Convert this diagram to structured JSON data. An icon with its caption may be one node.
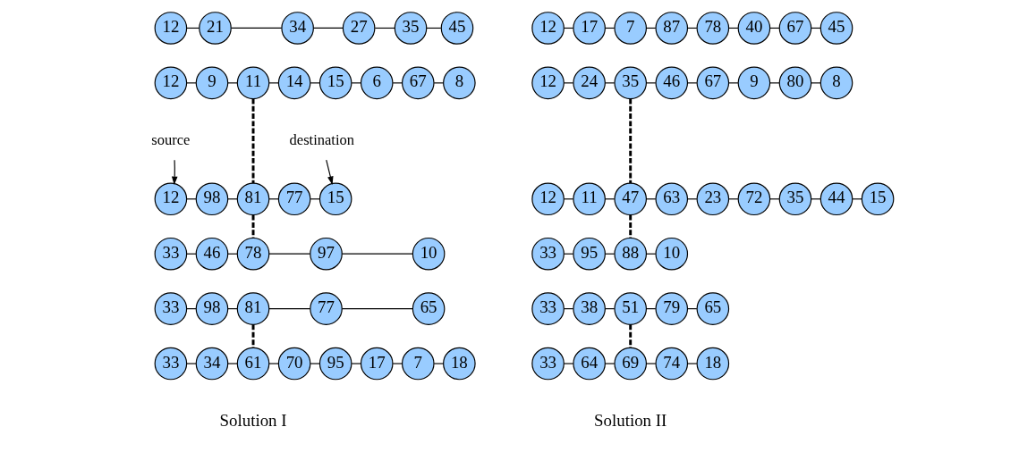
{
  "diagram": {
    "nodes": [
      {
        "text": [
          "12"
        ]
      },
      {
        "text": [
          "21"
        ]
      },
      {
        "text": [
          "34"
        ]
      },
      {
        "text": [
          "27"
        ]
      },
      {
        "text": [
          "35"
        ]
      },
      {
        "text": [
          "45"
        ]
      },
      {
        "text": [
          "12"
        ]
      },
      {
        "text": [
          "9"
        ]
      },
      {
        "text": [
          "11"
        ]
      },
      {
        "text": [
          "14"
        ]
      },
      {
        "text": [
          "15"
        ]
      },
      {
        "text": [
          "6"
        ]
      },
      {
        "text": [
          "67"
        ]
      },
      {
        "text": [
          "8"
        ]
      },
      {
        "text": [
          "source"
        ]
      },
      {
        "text": [
          "destination"
        ]
      },
      {
        "text": [
          "12"
        ]
      },
      {
        "text": [
          "98"
        ]
      },
      {
        "text": [
          "81"
        ]
      },
      {
        "text": [
          "77"
        ]
      },
      {
        "text": [
          "15"
        ]
      },
      {
        "text": [
          "33"
        ]
      },
      {
        "text": [
          "46"
        ]
      },
      {
        "text": [
          "78"
        ]
      },
      {
        "text": [
          "97"
        ]
      },
      {
        "text": [
          "10"
        ]
      },
      {
        "text": [
          "33"
        ]
      },
      {
        "text": [
          "98"
        ]
      },
      {
        "text": [
          "81"
        ]
      },
      {
        "text": [
          "77"
        ]
      },
      {
        "text": [
          "65"
        ]
      },
      {
        "text": [
          "33"
        ]
      },
      {
        "text": [
          "34"
        ]
      },
      {
        "text": [
          "61"
        ]
      },
      {
        "text": [
          "70"
        ]
      },
      {
        "text": [
          "95"
        ]
      },
      {
        "text": [
          "17"
        ]
      },
      {
        "text": [
          "7"
        ]
      },
      {
        "text": [
          "18"
        ]
      },
      {
        "text": [
          "12"
        ]
      },
      {
        "text": [
          "17"
        ]
      },
      {
        "text": [
          "7"
        ]
      },
      {
        "text": [
          "87"
        ]
      },
      {
        "text": [
          "78"
        ]
      },
      {
        "text": [
          "40"
        ]
      },
      {
        "text": [
          "67"
        ]
      },
      {
        "text": [
          "45"
        ]
      },
      {
        "text": [
          "12"
        ]
      },
      {
        "text": [
          "24"
        ]
      },
      {
        "text": [
          "35"
        ]
      },
      {
        "text": [
          "46"
        ]
      },
      {
        "text": [
          "67"
        ]
      },
      {
        "text": [
          "9"
        ]
      },
      {
        "text": [
          "80"
        ]
      },
      {
        "text": [
          "8"
        ]
      },
      {
        "text": [
          "12"
        ]
      },
      {
        "text": [
          "11"
        ]
      },
      {
        "text": [
          "47"
        ]
      },
      {
        "text": [
          "63"
        ]
      },
      {
        "text": [
          "23"
        ]
      },
      {
        "text": [
          "72"
        ]
      },
      {
        "text": [
          "35"
        ]
      },
      {
        "text": [
          "44"
        ]
      },
      {
        "text": [
          "15"
        ]
      },
      {
        "text": [
          "33"
        ]
      },
      {
        "text": [
          "95"
        ]
      },
      {
        "text": [
          "88"
        ]
      },
      {
        "text": [
          "10"
        ]
      },
      {
        "text": [
          "33"
        ]
      },
      {
        "text": [
          "38"
        ]
      },
      {
        "text": [
          "51"
        ]
      },
      {
        "text": [
          "79"
        ]
      },
      {
        "text": [
          "65"
        ]
      },
      {
        "text": [
          "33"
        ]
      },
      {
        "text": [
          "64"
        ]
      },
      {
        "text": [
          "69"
        ]
      },
      {
        "text": [
          "74"
        ]
      },
      {
        "text": [
          "18"
        ]
      }
    ],
    "edges": [
      {
        "from": 0,
        "to": 1,
        "arrow": "none"
      },
      {
        "from": 1,
        "to": 2,
        "arrow": "none"
      },
      {
        "from": 2,
        "to": 3,
        "arrow": "none"
      },
      {
        "from": 3,
        "to": 4,
        "arrow": "none"
      },
      {
        "from": 4,
        "to": 5,
        "arrow": "none"
      },
      {
        "from": 6,
        "to": 7,
        "arrow": "none"
      },
      {
        "from": 7,
        "to": 8,
        "arrow": "none"
      },
      {
        "from": 8,
        "to": 9,
        "arrow": "none"
      },
      {
        "from": 9,
        "to": 10,
        "arrow": "none"
      },
      {
        "from": 10,
        "to": 11,
        "arrow": "none"
      },
      {
        "from": 11,
        "to": 12,
        "arrow": "none"
      },
      {
        "from": 12,
        "to": 13,
        "arrow": "none"
      },
      {
        "from": 14,
        "to": 16,
        "arrow": "to"
      },
      {
        "from": 15,
        "to": 20,
        "arrow": "to"
      },
      {
        "from": 8,
        "to": 18,
        "arrow": "none",
        "style": "dashed"
      },
      {
        "from": 16,
        "to": 17,
        "arrow": "none"
      },
      {
        "from": 17,
        "to": 18,
        "arrow": "none"
      },
      {
        "from": 18,
        "to": 19,
        "arrow": "none"
      },
      {
        "from": 19,
        "to": 20,
        "arrow": "none"
      },
      {
        "from": 18,
        "to": 23,
        "arrow": "none",
        "style": "dashed"
      },
      {
        "from": 21,
        "to": 22,
        "arrow": "none"
      },
      {
        "from": 22,
        "to": 23,
        "arrow": "none"
      },
      {
        "from": 23,
        "to": 24,
        "arrow": "none"
      },
      {
        "from": 24,
        "to": 25,
        "arrow": "none"
      },
      {
        "from": 26,
        "to": 27,
        "arrow": "none"
      },
      {
        "from": 27,
        "to": 28,
        "arrow": "none"
      },
      {
        "from": 28,
        "to": 29,
        "arrow": "none"
      },
      {
        "from": 29,
        "to": 30,
        "arrow": "none"
      },
      {
        "from": 28,
        "to": 33,
        "arrow": "none",
        "style": "dashed"
      },
      {
        "from": 31,
        "to": 32,
        "arrow": "none"
      },
      {
        "from": 32,
        "to": 33,
        "arrow": "none"
      },
      {
        "from": 33,
        "to": 34,
        "arrow": "none"
      },
      {
        "from": 34,
        "to": 35,
        "arrow": "none"
      },
      {
        "from": 35,
        "to": 36,
        "arrow": "none"
      },
      {
        "from": 36,
        "to": 37,
        "arrow": "none"
      },
      {
        "from": 37,
        "to": 38,
        "arrow": "none"
      },
      {
        "from": 39,
        "to": 40,
        "arrow": "none"
      },
      {
        "from": 40,
        "to": 41,
        "arrow": "none"
      },
      {
        "from": 41,
        "to": 42,
        "arrow": "none"
      },
      {
        "from": 42,
        "to": 43,
        "arrow": "none"
      },
      {
        "from": 43,
        "to": 44,
        "arrow": "none"
      },
      {
        "from": 44,
        "to": 45,
        "arrow": "none"
      },
      {
        "from": 45,
        "to": 46,
        "arrow": "none"
      },
      {
        "from": 47,
        "to": 48,
        "arrow": "none"
      },
      {
        "from": 48,
        "to": 49,
        "arrow": "none"
      },
      {
        "from": 49,
        "to": 50,
        "arrow": "none"
      },
      {
        "from": 50,
        "to": 51,
        "arrow": "none"
      },
      {
        "from": 51,
        "to": 52,
        "arrow": "none"
      },
      {
        "from": 52,
        "to": 53,
        "arrow": "none"
      },
      {
        "from": 53,
        "to": 54,
        "arrow": "none"
      },
      {
        "from": 49,
        "to": 57,
        "arrow": "none",
        "style": "dashed"
      },
      {
        "from": 55,
        "to": 56,
        "arrow": "none"
      },
      {
        "from": 56,
        "to": 57,
        "arrow": "none"
      },
      {
        "from": 57,
        "to": 58,
        "arrow": "none"
      },
      {
        "from": 58,
        "to": 59,
        "arrow": "none"
      },
      {
        "from": 59,
        "to": 60,
        "arrow": "none"
      },
      {
        "from": 60,
        "to": 61,
        "arrow": "none"
      },
      {
        "from": 61,
        "to": 62,
        "arrow": "none"
      },
      {
        "from": 62,
        "to": 63,
        "arrow": "none"
      },
      {
        "from": 57,
        "to": 66,
        "arrow": "none",
        "style": "dashed"
      },
      {
        "from": 64,
        "to": 65,
        "arrow": "none"
      },
      {
        "from": 65,
        "to": 66,
        "arrow": "none"
      },
      {
        "from": 66,
        "to": 67,
        "arrow": "none"
      },
      {
        "from": 68,
        "to": 69,
        "arrow": "none"
      },
      {
        "from": 69,
        "to": 70,
        "arrow": "none"
      },
      {
        "from": 70,
        "to": 71,
        "arrow": "none"
      },
      {
        "from": 71,
        "to": 72,
        "arrow": "none"
      },
      {
        "from": 70,
        "to": 75,
        "arrow": "none",
        "style": "dashed"
      },
      {
        "from": 73,
        "to": 74,
        "arrow": "none"
      },
      {
        "from": 74,
        "to": 75,
        "arrow": "none"
      },
      {
        "from": 75,
        "to": 76,
        "arrow": "none"
      },
      {
        "from": 76,
        "to": 77,
        "arrow": "none"
      }
    ],
    "labels": [
      "Solution I",
      "Solution II"
    ]
  }
}
